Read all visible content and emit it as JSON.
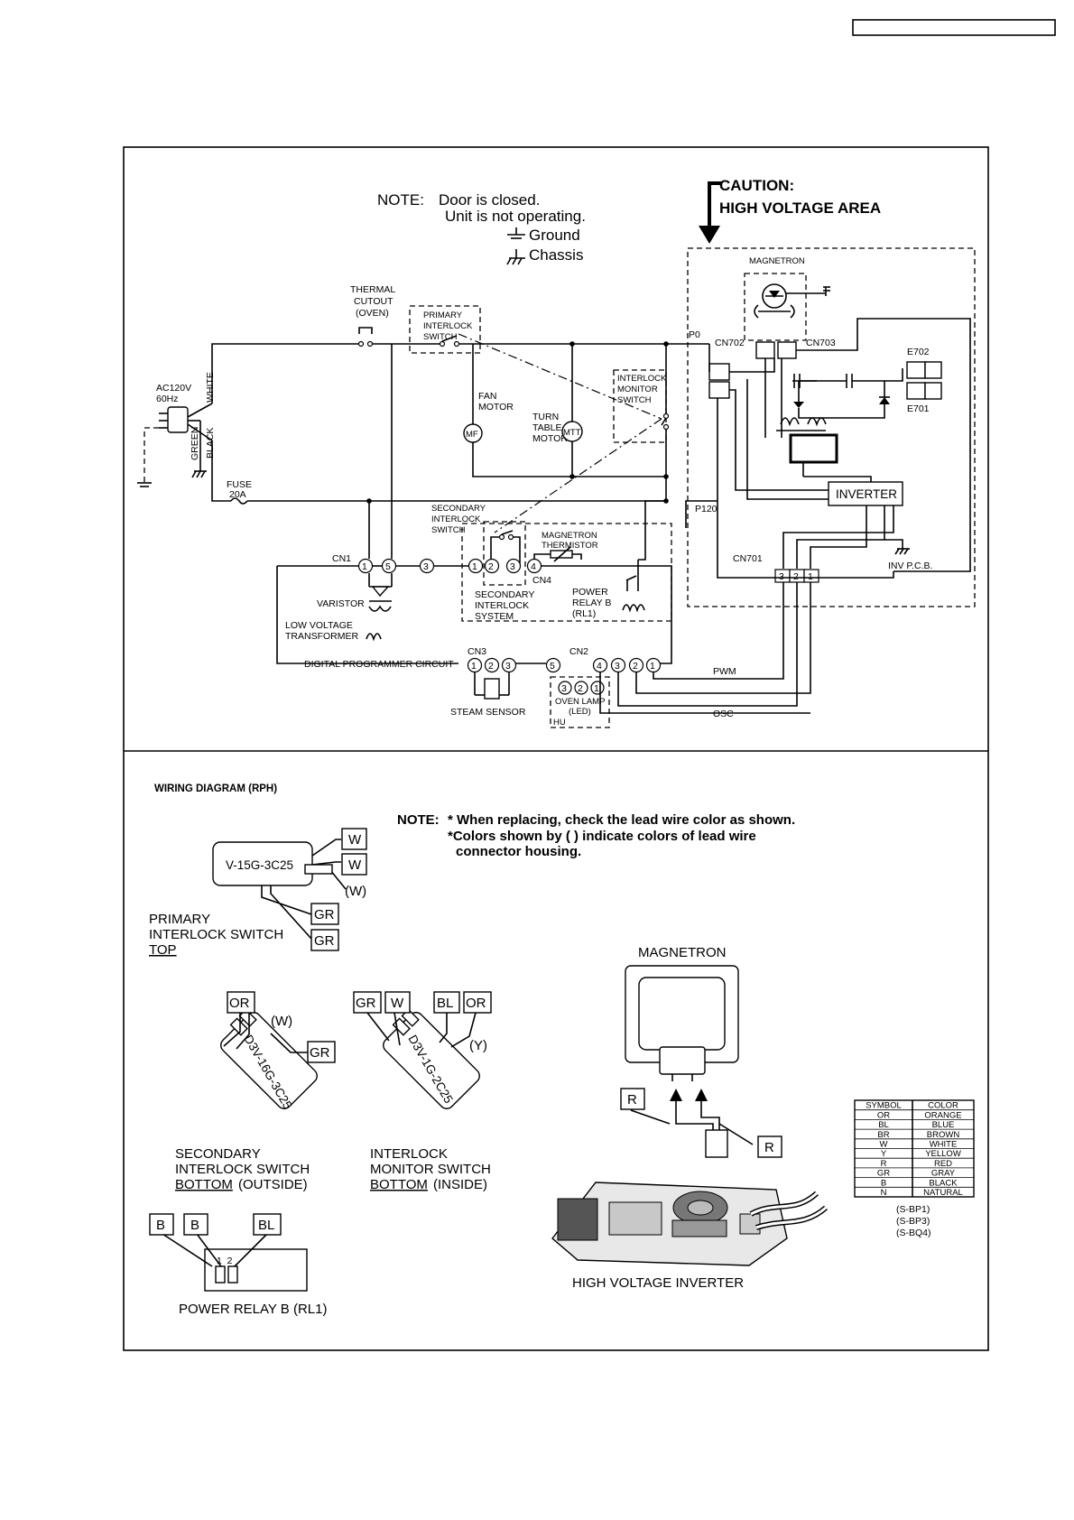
{
  "schematic": {
    "note_title": "NOTE:",
    "note_line1": "Door is closed.",
    "note_line2": "Unit is not operating.",
    "legend_ground": "Ground",
    "legend_chassis": "Chassis",
    "caution_line1": "CAUTION:",
    "caution_line2": "HIGH VOLTAGE AREA",
    "labels": {
      "magnetron": "MAGNETRON",
      "thermal_1": "THERMAL",
      "thermal_2": "CUTOUT",
      "thermal_3": "(OVEN)",
      "primary_1": "PRIMARY",
      "primary_2": "INTERLOCK",
      "primary_3": "SWITCH",
      "p0": "P0",
      "cn702": "CN702",
      "cn703": "CN703",
      "e702": "E702",
      "e701": "E701",
      "ac_1": "AC120V",
      "ac_2": "60Hz",
      "white": "WHITE",
      "green": "GREEN",
      "black": "BLACK",
      "fan_1": "FAN",
      "fan_2": "MOTOR",
      "mf": "MF",
      "turn_1": "TURN",
      "turn_2": "TABLE",
      "turn_3": "MOTOR",
      "mtt": "MTT",
      "monitor_1": "INTERLOCK",
      "monitor_2": "MONITOR",
      "monitor_3": "SWITCH",
      "fuse_1": "FUSE",
      "fuse_2": "20A",
      "inverter": "INVERTER",
      "p120": "P120",
      "secsw_1": "SECONDARY",
      "secsw_2": "INTERLOCK",
      "secsw_3": "SWITCH",
      "thermistor_1": "MAGNETRON",
      "thermistor_2": "THERMISTOR",
      "cn1": "CN1",
      "cn4": "CN4",
      "cn701": "CN701",
      "inv_pcb": "INV P.C.B.",
      "varistor": "VARISTOR",
      "secsys_1": "SECONDARY",
      "secsys_2": "INTERLOCK",
      "secsys_3": "SYSTEM",
      "relay_1": "POWER",
      "relay_2": "RELAY B",
      "relay_3": "(RL1)",
      "lvt_1": "LOW VOLTAGE",
      "lvt_2": "TRANSFORMER",
      "cn3": "CN3",
      "cn2": "CN2",
      "dpc": "DIGITAL PROGRAMMER CIRCUIT",
      "pwm": "PWM",
      "steam": "STEAM SENSOR",
      "lamp_1": "OVEN LAMP",
      "lamp_2": "(LED)",
      "hu": "HU",
      "osc": "OSC"
    },
    "pins": {
      "cn1": [
        "1",
        "5",
        "3"
      ],
      "cn4": [
        "1",
        "2",
        "3",
        "4"
      ],
      "cn3": [
        "1",
        "2",
        "3"
      ],
      "cn2": [
        "5",
        "4",
        "3",
        "2",
        "1"
      ],
      "lamp": [
        "3",
        "2",
        "1"
      ],
      "cn701": [
        "3",
        "2",
        "1"
      ]
    }
  },
  "wiring": {
    "title": "WIRING DIAGRAM (RPH)",
    "note_title": "NOTE:",
    "note_line1": "* When replacing, check the lead wire color as shown.",
    "note_line2": "*Colors shown by ( ) indicate colors of lead wire",
    "note_line3": "connector housing.",
    "primary_part": "V-15G-3C25",
    "primary_tags": [
      "W",
      "W",
      "GR",
      "GR"
    ],
    "primary_housing": "(W)",
    "primary_caption": [
      "PRIMARY",
      "INTERLOCK SWITCH",
      "TOP"
    ],
    "secondary_part": "D3V-16G-3C25",
    "secondary_tags": [
      "OR",
      "GR"
    ],
    "secondary_housing": "(W)",
    "secondary_caption": [
      "SECONDARY",
      "INTERLOCK SWITCH",
      "BOTTOM",
      "(OUTSIDE)"
    ],
    "monitor_part": "D3V-1G-2C25",
    "monitor_tags": [
      "GR",
      "W",
      "BL",
      "OR"
    ],
    "monitor_housing": "(Y)",
    "monitor_caption": [
      "INTERLOCK",
      "MONITOR SWITCH",
      "BOTTOM",
      "(INSIDE)"
    ],
    "relay_tags": [
      "B",
      "B",
      "BL"
    ],
    "relay_pins": "1  2",
    "relay_caption": "POWER RELAY B (RL1)",
    "magnetron_title": "MAGNETRON",
    "magnetron_tags": [
      "R",
      "R"
    ],
    "inverter_caption": "HIGH VOLTAGE INVERTER",
    "color_table": {
      "headers": [
        "SYMBOL",
        "COLOR"
      ],
      "rows": [
        [
          "OR",
          "ORANGE"
        ],
        [
          "BL",
          "BLUE"
        ],
        [
          "BR",
          "BROWN"
        ],
        [
          "W",
          "WHITE"
        ],
        [
          "Y",
          "YELLOW"
        ],
        [
          "R",
          "RED"
        ],
        [
          "GR",
          "GRAY"
        ],
        [
          "B",
          "BLACK"
        ],
        [
          "N",
          "NATURAL"
        ]
      ]
    },
    "model_codes": [
      "(S-BP1)",
      "(S-BP3)",
      "(S-BQ4)"
    ]
  }
}
